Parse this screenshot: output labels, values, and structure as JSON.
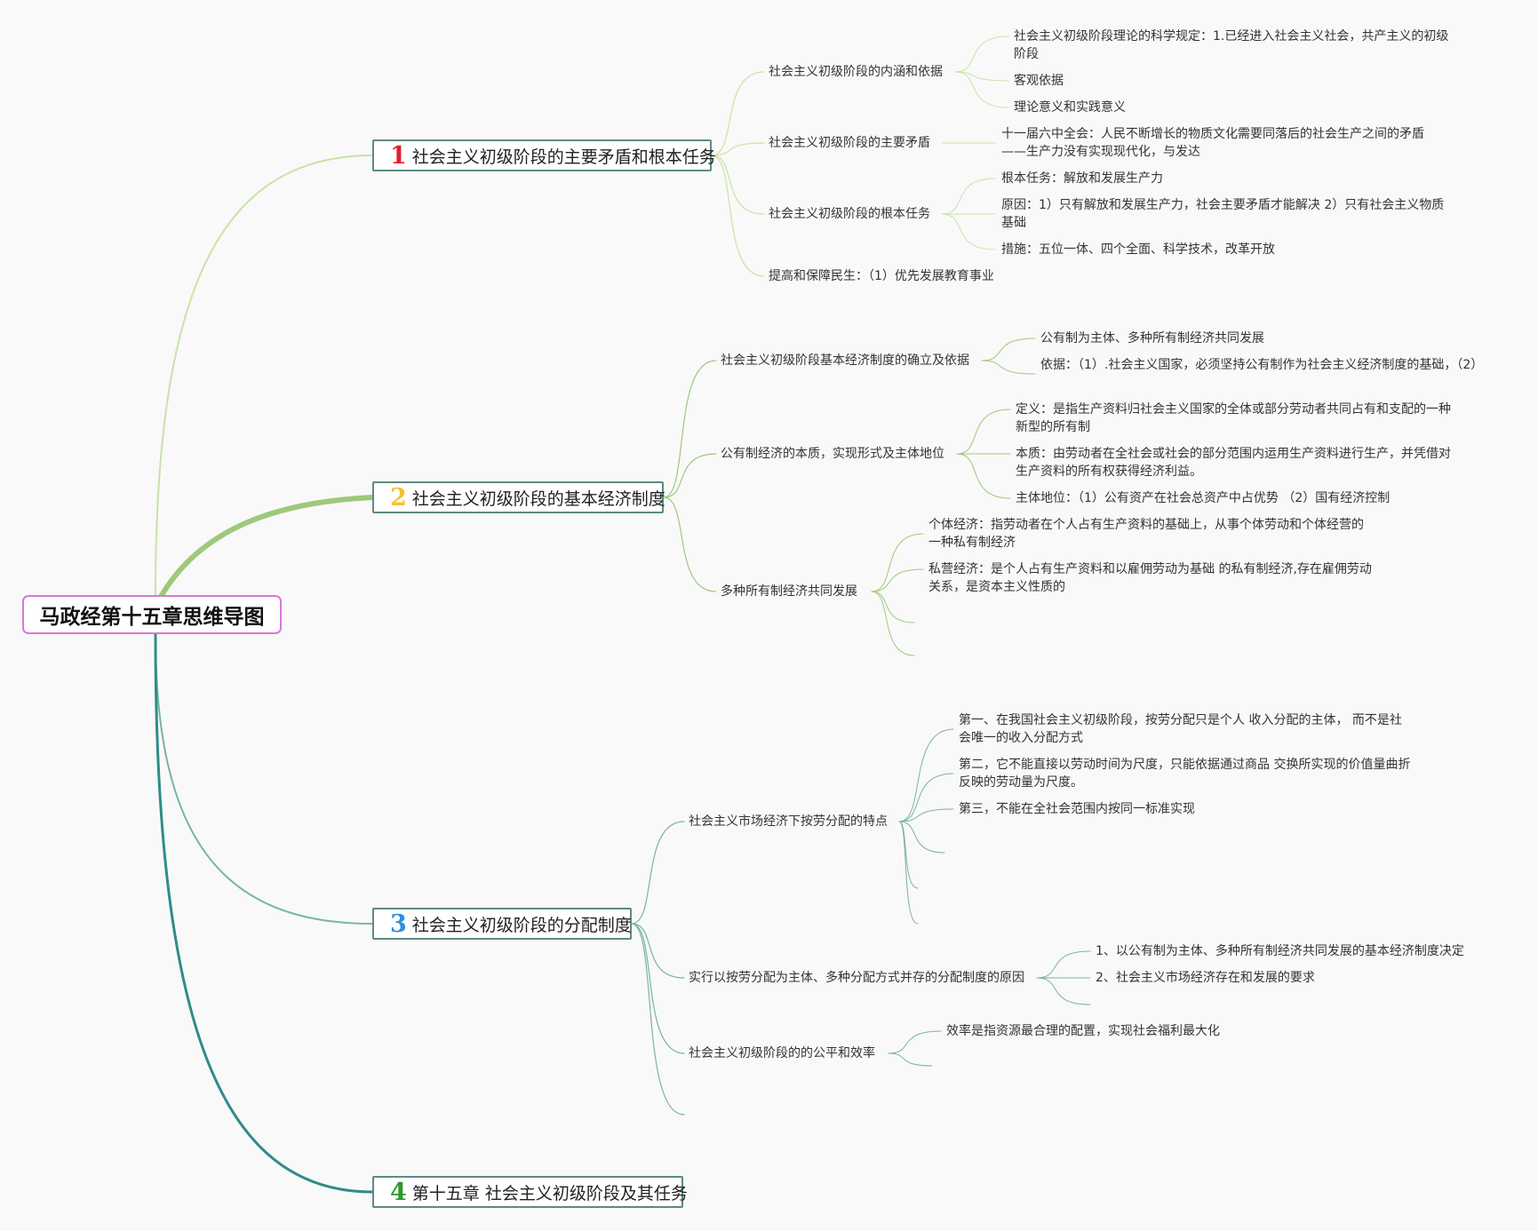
{
  "root": {
    "title": "马政经第十五章思维导图"
  },
  "branches": [
    {
      "num": "1",
      "title": "社会主义初级阶段的主要矛盾和根本任务",
      "topics": [
        {
          "label": "社会主义初级阶段的内涵和依据",
          "leaves": [
            "社会主义初级阶段理论的科学规定：1.已经进入社会主义社会，共产主义的初级阶段",
            "客观依据",
            "理论意义和实践意义"
          ]
        },
        {
          "label": "社会主义初级阶段的主要矛盾",
          "leaves": [
            "十一届六中全会：人民不断增长的物质文化需要同落后的社会生产之间的矛盾——生产力没有实现现代化，与发达"
          ]
        },
        {
          "label": "社会主义初级阶段的根本任务",
          "leaves": [
            "根本任务：解放和发展生产力",
            "原因：1）只有解放和发展生产力，社会主要矛盾才能解决 2）只有社会主义物质基础",
            "措施：五位一体、四个全面、科学技术，改革开放"
          ]
        },
        {
          "label": "提高和保障民生：（1）优先发展教育事业",
          "leaves": []
        }
      ]
    },
    {
      "num": "2",
      "title": "社会主义初级阶段的基本经济制度",
      "topics": [
        {
          "label": "社会主义初级阶段基本经济制度的确立及依据",
          "leaves": [
            "公有制为主体、多种所有制经济共同发展",
            "依据：（1）.社会主义国家，必须坚持公有制作为社会主义经济制度的基础，（2）"
          ]
        },
        {
          "label": "公有制经济的本质，实现形式及主体地位",
          "leaves": [
            "定义：是指生产资料归社会主义国家的全体或部分劳动者共同占有和支配的一种新型的所有制",
            "本质：由劳动者在全社会或社会的部分范围内运用生产资料进行生产，并凭借对生产资料的所有权获得经济利益。",
            "主体地位：（1）公有资产在社会总资产中占优势 （2）国有经济控制"
          ]
        },
        {
          "label": "多种所有制经济共同发展",
          "leaves": [
            "个体经济：指劳动者在个人占有生产资料的基础上，从事个体劳动和个体经营的一种私有制经济",
            "私营经济：是个人占有生产资料和以雇佣劳动为基础 的私有制经济,存在雇佣劳动关系，是资本主义性质的"
          ]
        }
      ]
    },
    {
      "num": "3",
      "title": "社会主义初级阶段的分配制度",
      "topics": [
        {
          "label": "社会主义市场经济下按劳分配的特点",
          "leaves": [
            "第一、在我国社会主义初级阶段，按劳分配只是个人 收入分配的主体， 而不是社会唯一的收入分配方式",
            "第二，它不能直接以劳动时间为尺度，只能依据通过商品 交换所实现的价值量曲折反映的劳动量为尺度。",
            "第三，不能在全社会范围内按同一标准实现"
          ]
        },
        {
          "label": "实行以按劳分配为主体、多种分配方式并存的分配制度的原因",
          "leaves": [
            "1、以公有制为主体、多种所有制经济共同发展的基本经济制度决定",
            "2、社会主义市场经济存在和发展的要求"
          ]
        },
        {
          "label": "社会主义初级阶段的的公平和效率",
          "leaves": [
            "效率是指资源最合理的配置，实现社会福利最大化"
          ]
        }
      ]
    },
    {
      "num": "4",
      "title": "第十五章 社会主义初级阶段及其任务",
      "topics": []
    }
  ],
  "colors": {
    "background": "#f9f9f9",
    "root_border": "#d878d8",
    "branch_border": "#5e8a84",
    "branch1_line": "#c9e3a6",
    "branch2_line": "#9ec97a",
    "branch3_line": "#7ab59a",
    "branch4_line": "#2f8c8a",
    "num1": "#e0202e",
    "num2": "#f1c232",
    "num3": "#2d8fe0",
    "num4": "#2a9a2a"
  }
}
